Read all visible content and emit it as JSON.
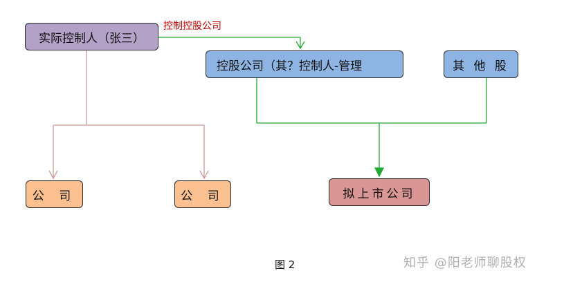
{
  "nodes": {
    "controller": "实际控制人（张三）",
    "holding": "控股公司（其？控制人-管理",
    "other": "其 他 股",
    "company_a": "公 司",
    "company_b": "公 司",
    "ipo_company": "拟上市公司"
  },
  "edges": {
    "controller_to_holding_label": "控制控股公司"
  },
  "caption": "图 2",
  "watermark": "知乎 @阳老师聊股权",
  "colors": {
    "controller_fill": "#b3a2c7",
    "holding_fill": "#8eb4e3",
    "other_fill": "#8eb4e3",
    "company_fill": "#fac090",
    "ipo_fill": "#d99694",
    "control_line": "#c99a95",
    "holding_line": "#22aa33",
    "label_text": "#c00000"
  }
}
